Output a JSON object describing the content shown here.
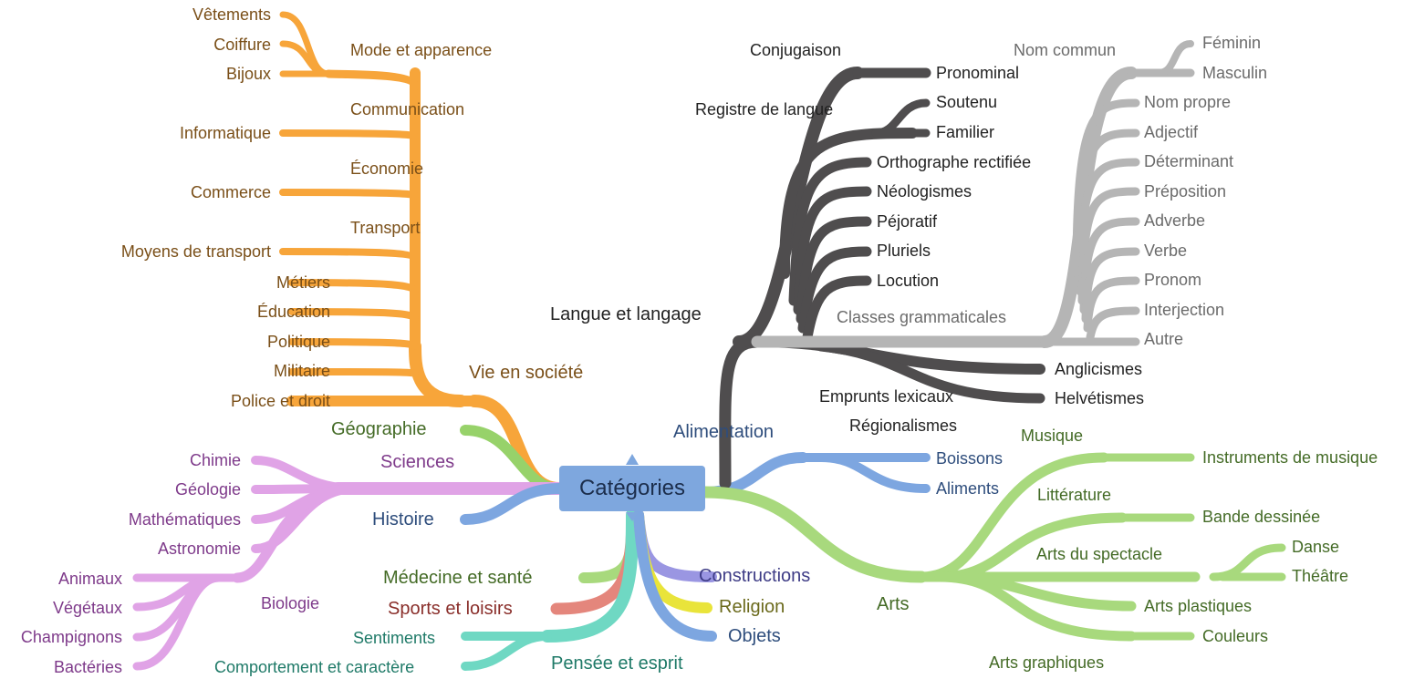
{
  "root": "Catégories",
  "colors": {
    "orange": "#f7a53a",
    "green": "#97d26a",
    "purple": "#e0a3e6",
    "blue": "#7da6e0",
    "dark": "#4f4d4e",
    "gray": "#b5b5b5",
    "teal": "#6fd8c3",
    "red": "#e4867c",
    "indigo": "#9a96e2",
    "yellow": "#e9e43a",
    "lightgreen": "#a8d97d"
  },
  "society": {
    "title": "Vie en société",
    "mode": "Mode et apparence",
    "vetements": "Vêtements",
    "coiffure": "Coiffure",
    "bijoux": "Bijoux",
    "communication": "Communication",
    "informatique": "Informatique",
    "economie": "Économie",
    "commerce": "Commerce",
    "transport": "Transport",
    "moyens": "Moyens de transport",
    "metiers": "Métiers",
    "education": "Éducation",
    "politique": "Politique",
    "militaire": "Militaire",
    "police": "Police et droit"
  },
  "geographie": "Géographie",
  "sciences": {
    "title": "Sciences",
    "chimie": "Chimie",
    "geologie": "Géologie",
    "maths": "Mathématiques",
    "astronomie": "Astronomie",
    "biologie": "Biologie",
    "animaux": "Animaux",
    "vegetaux": "Végétaux",
    "champignons": "Champignons",
    "bacteries": "Bactéries"
  },
  "histoire": "Histoire",
  "medecine": "Médecine et santé",
  "sports": "Sports et loisirs",
  "pensee": {
    "title": "Pensée et esprit",
    "sentiments": "Sentiments",
    "comportement": "Comportement et caractère"
  },
  "constructions": "Constructions",
  "religion": "Religion",
  "objets": "Objets",
  "alimentation": {
    "title": "Alimentation",
    "boissons": "Boissons",
    "aliments": "Aliments"
  },
  "langue": {
    "title": "Langue et langage",
    "conjugaison": "Conjugaison",
    "pronominal": "Pronominal",
    "registre": "Registre de langue",
    "soutenu": "Soutenu",
    "familier": "Familier",
    "orthographe": "Orthographe rectifiée",
    "neologismes": "Néologismes",
    "pejoratif": "Péjoratif",
    "pluriels": "Pluriels",
    "locution": "Locution",
    "classes": "Classes grammaticales",
    "emprunts": "Emprunts lexicaux",
    "anglicismes": "Anglicismes",
    "helvetismes": "Helvétismes",
    "regionalismes": "Régionalismes"
  },
  "classes": {
    "nom_commun": "Nom commun",
    "feminin": "Féminin",
    "masculin": "Masculin",
    "nom_propre": "Nom propre",
    "adjectif": "Adjectif",
    "determinant": "Déterminant",
    "preposition": "Préposition",
    "adverbe": "Adverbe",
    "verbe": "Verbe",
    "pronom": "Pronom",
    "interjection": "Interjection",
    "autre": "Autre"
  },
  "arts": {
    "title": "Arts",
    "musique": "Musique",
    "instruments": "Instruments de musique",
    "litterature": "Littérature",
    "bd": "Bande dessinée",
    "spectacle": "Arts du spectacle",
    "danse": "Danse",
    "theatre": "Théâtre",
    "plastiques": "Arts plastiques",
    "graphiques": "Arts graphiques",
    "couleurs": "Couleurs"
  }
}
